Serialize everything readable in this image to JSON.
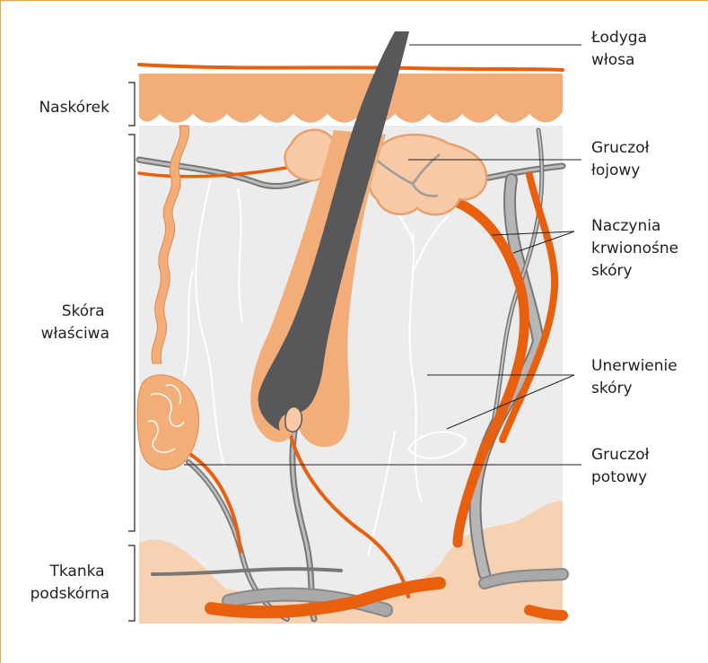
{
  "labels": {
    "hair_shaft": [
      "Łodyga",
      "włosa"
    ],
    "sebaceous_gland": [
      "Gruczoł",
      "łojowy"
    ],
    "blood_vessels": [
      "Naczynia",
      "krwionośne",
      "skóry"
    ],
    "innervation": [
      "Unerwienie",
      "skóry"
    ],
    "sweat_gland": [
      "Gruczoł",
      "potowy"
    ],
    "epidermis": [
      "Naskórek"
    ],
    "dermis": [
      "Skóra",
      "właściwa"
    ],
    "hypodermis": [
      "Tkanka",
      "podskórna"
    ]
  },
  "colors": {
    "frame": "#e9a44a",
    "epidermis": "#f2ad78",
    "dermis_bg": "#ececec",
    "hypodermis": "#f6d2b3",
    "vessel_red": "#e8600e",
    "vessel_gray": "#9b9b9b",
    "hair": "#58585a",
    "gland": "#f7c9a4",
    "nerve": "#ffffff",
    "text": "#231f20"
  }
}
